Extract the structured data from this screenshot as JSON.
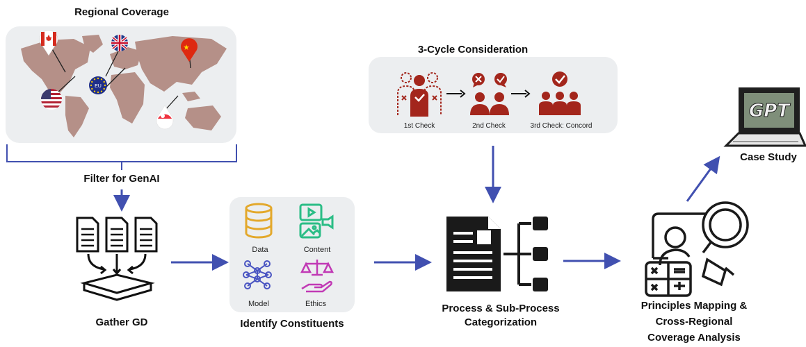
{
  "titles": {
    "regional_coverage": "Regional Coverage",
    "filter": "Filter for GenAI",
    "gather": "Gather GD",
    "identify": "Identify Constituents",
    "three_cycle": "3-Cycle Consideration",
    "process_line1": "Process & Sub-Process",
    "process_line2": "Categorization",
    "principles_line1": "Principles Mapping &",
    "principles_line2": "Cross-Regional",
    "principles_line3": "Coverage Analysis",
    "case_study": "Case Study"
  },
  "map": {
    "eu_badge": "EU"
  },
  "constituents": [
    "Data",
    "Content",
    "Model",
    "Ethics"
  ],
  "checks": [
    "1st Check",
    "2nd  Check",
    "3rd Check: Concord"
  ],
  "laptop": {
    "screen_text": "GPT"
  },
  "colors": {
    "arrow": "#4150b0",
    "accent": "#a3261c",
    "map": "#b59088",
    "panel": "#eceef0"
  }
}
